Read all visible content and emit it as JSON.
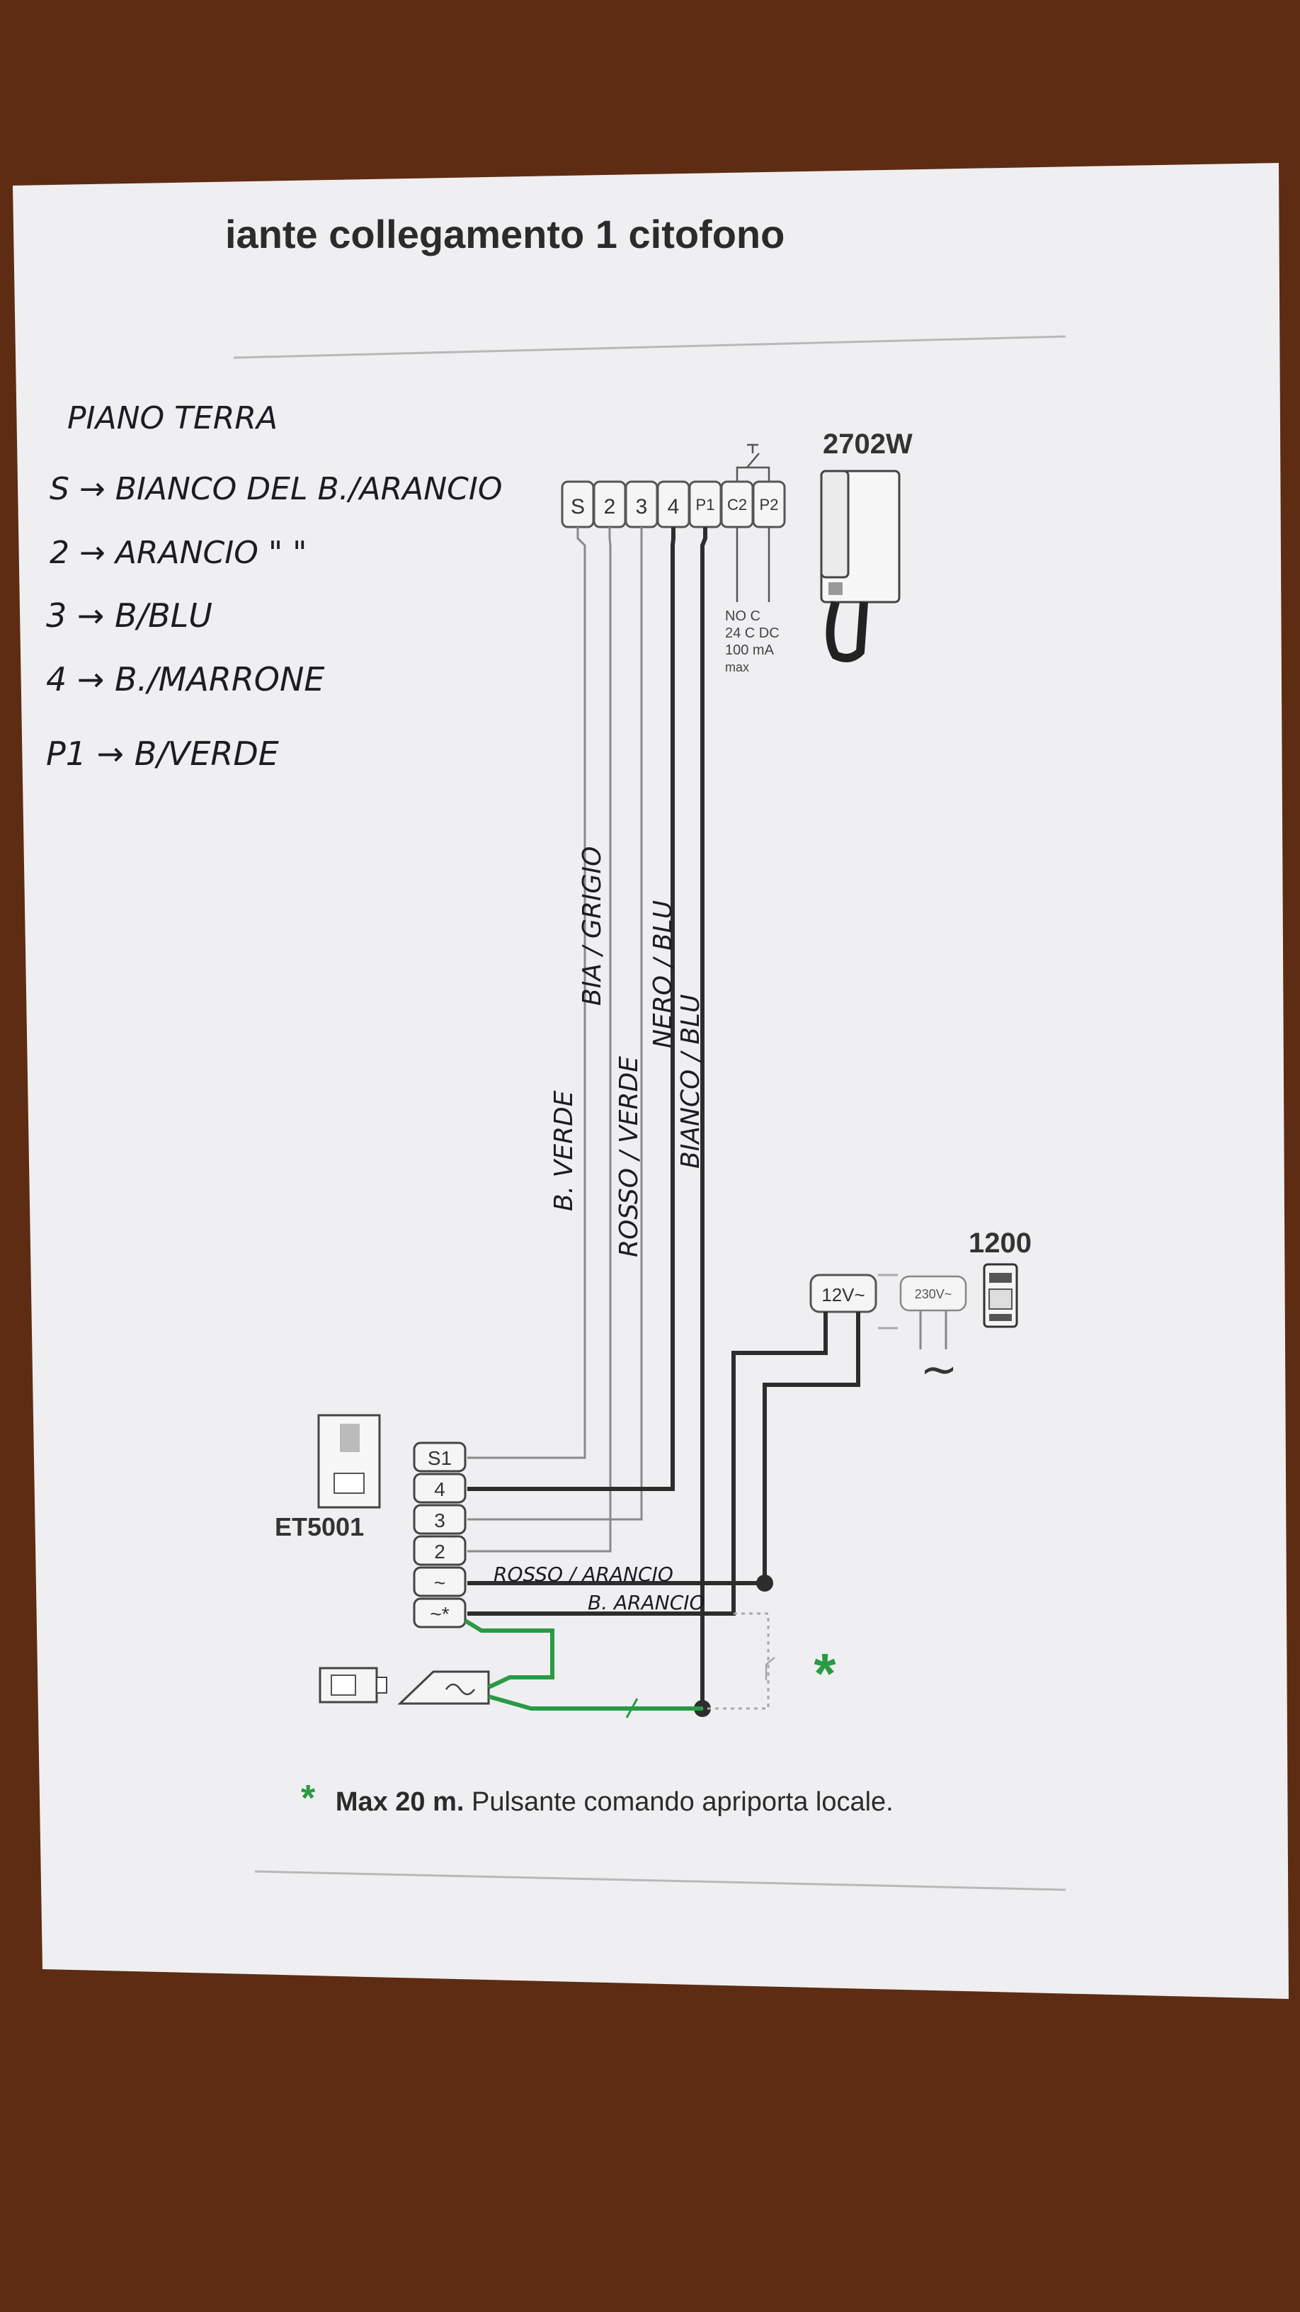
{
  "title": "iante collegamento 1 citofono",
  "handwritten_notes": {
    "heading": "PIANO TERRA",
    "lines": [
      "S → BIANCO DEL B./ARANCIO",
      "2 → ARANCIO \"       \"",
      "3 → B/BLU",
      "4 → B./MARRONE",
      "P1 → B/VERDE"
    ]
  },
  "intercom": {
    "model": "2702W",
    "terminals": [
      "S",
      "2",
      "3",
      "4",
      "P1",
      "C2",
      "P2"
    ],
    "relay_spec": [
      "NO C",
      "24 C DC",
      "100 mA",
      "max"
    ]
  },
  "wire_colors": [
    "B. VERDE",
    "BIA / GRIGIO",
    "ROSSO / VERDE",
    "NERO / BLU",
    "BIANCO / BLU"
  ],
  "power_supply": {
    "model": "1200",
    "output_label": "12V~",
    "input_label": "230V~",
    "ac_symbol": "∼"
  },
  "door_station": {
    "model": "ET5001",
    "terminals": [
      "S1",
      "4",
      "3",
      "2",
      "~",
      "~*"
    ]
  },
  "supply_wire_labels": [
    "ROSSO / ARANCIO",
    "B. ARANCIO"
  ],
  "pushbutton_marker": "*",
  "footnote": {
    "star": "*",
    "bold": "Max 20 m.",
    "text": " Pulsante comando apriporta locale."
  },
  "colors": {
    "background": "#5e2c12",
    "paper": "#efeff1",
    "ink": "#2d2d2d",
    "wire_gray": "#8a8a8a",
    "green": "#2a9a45",
    "pen": "#1c1c24"
  }
}
